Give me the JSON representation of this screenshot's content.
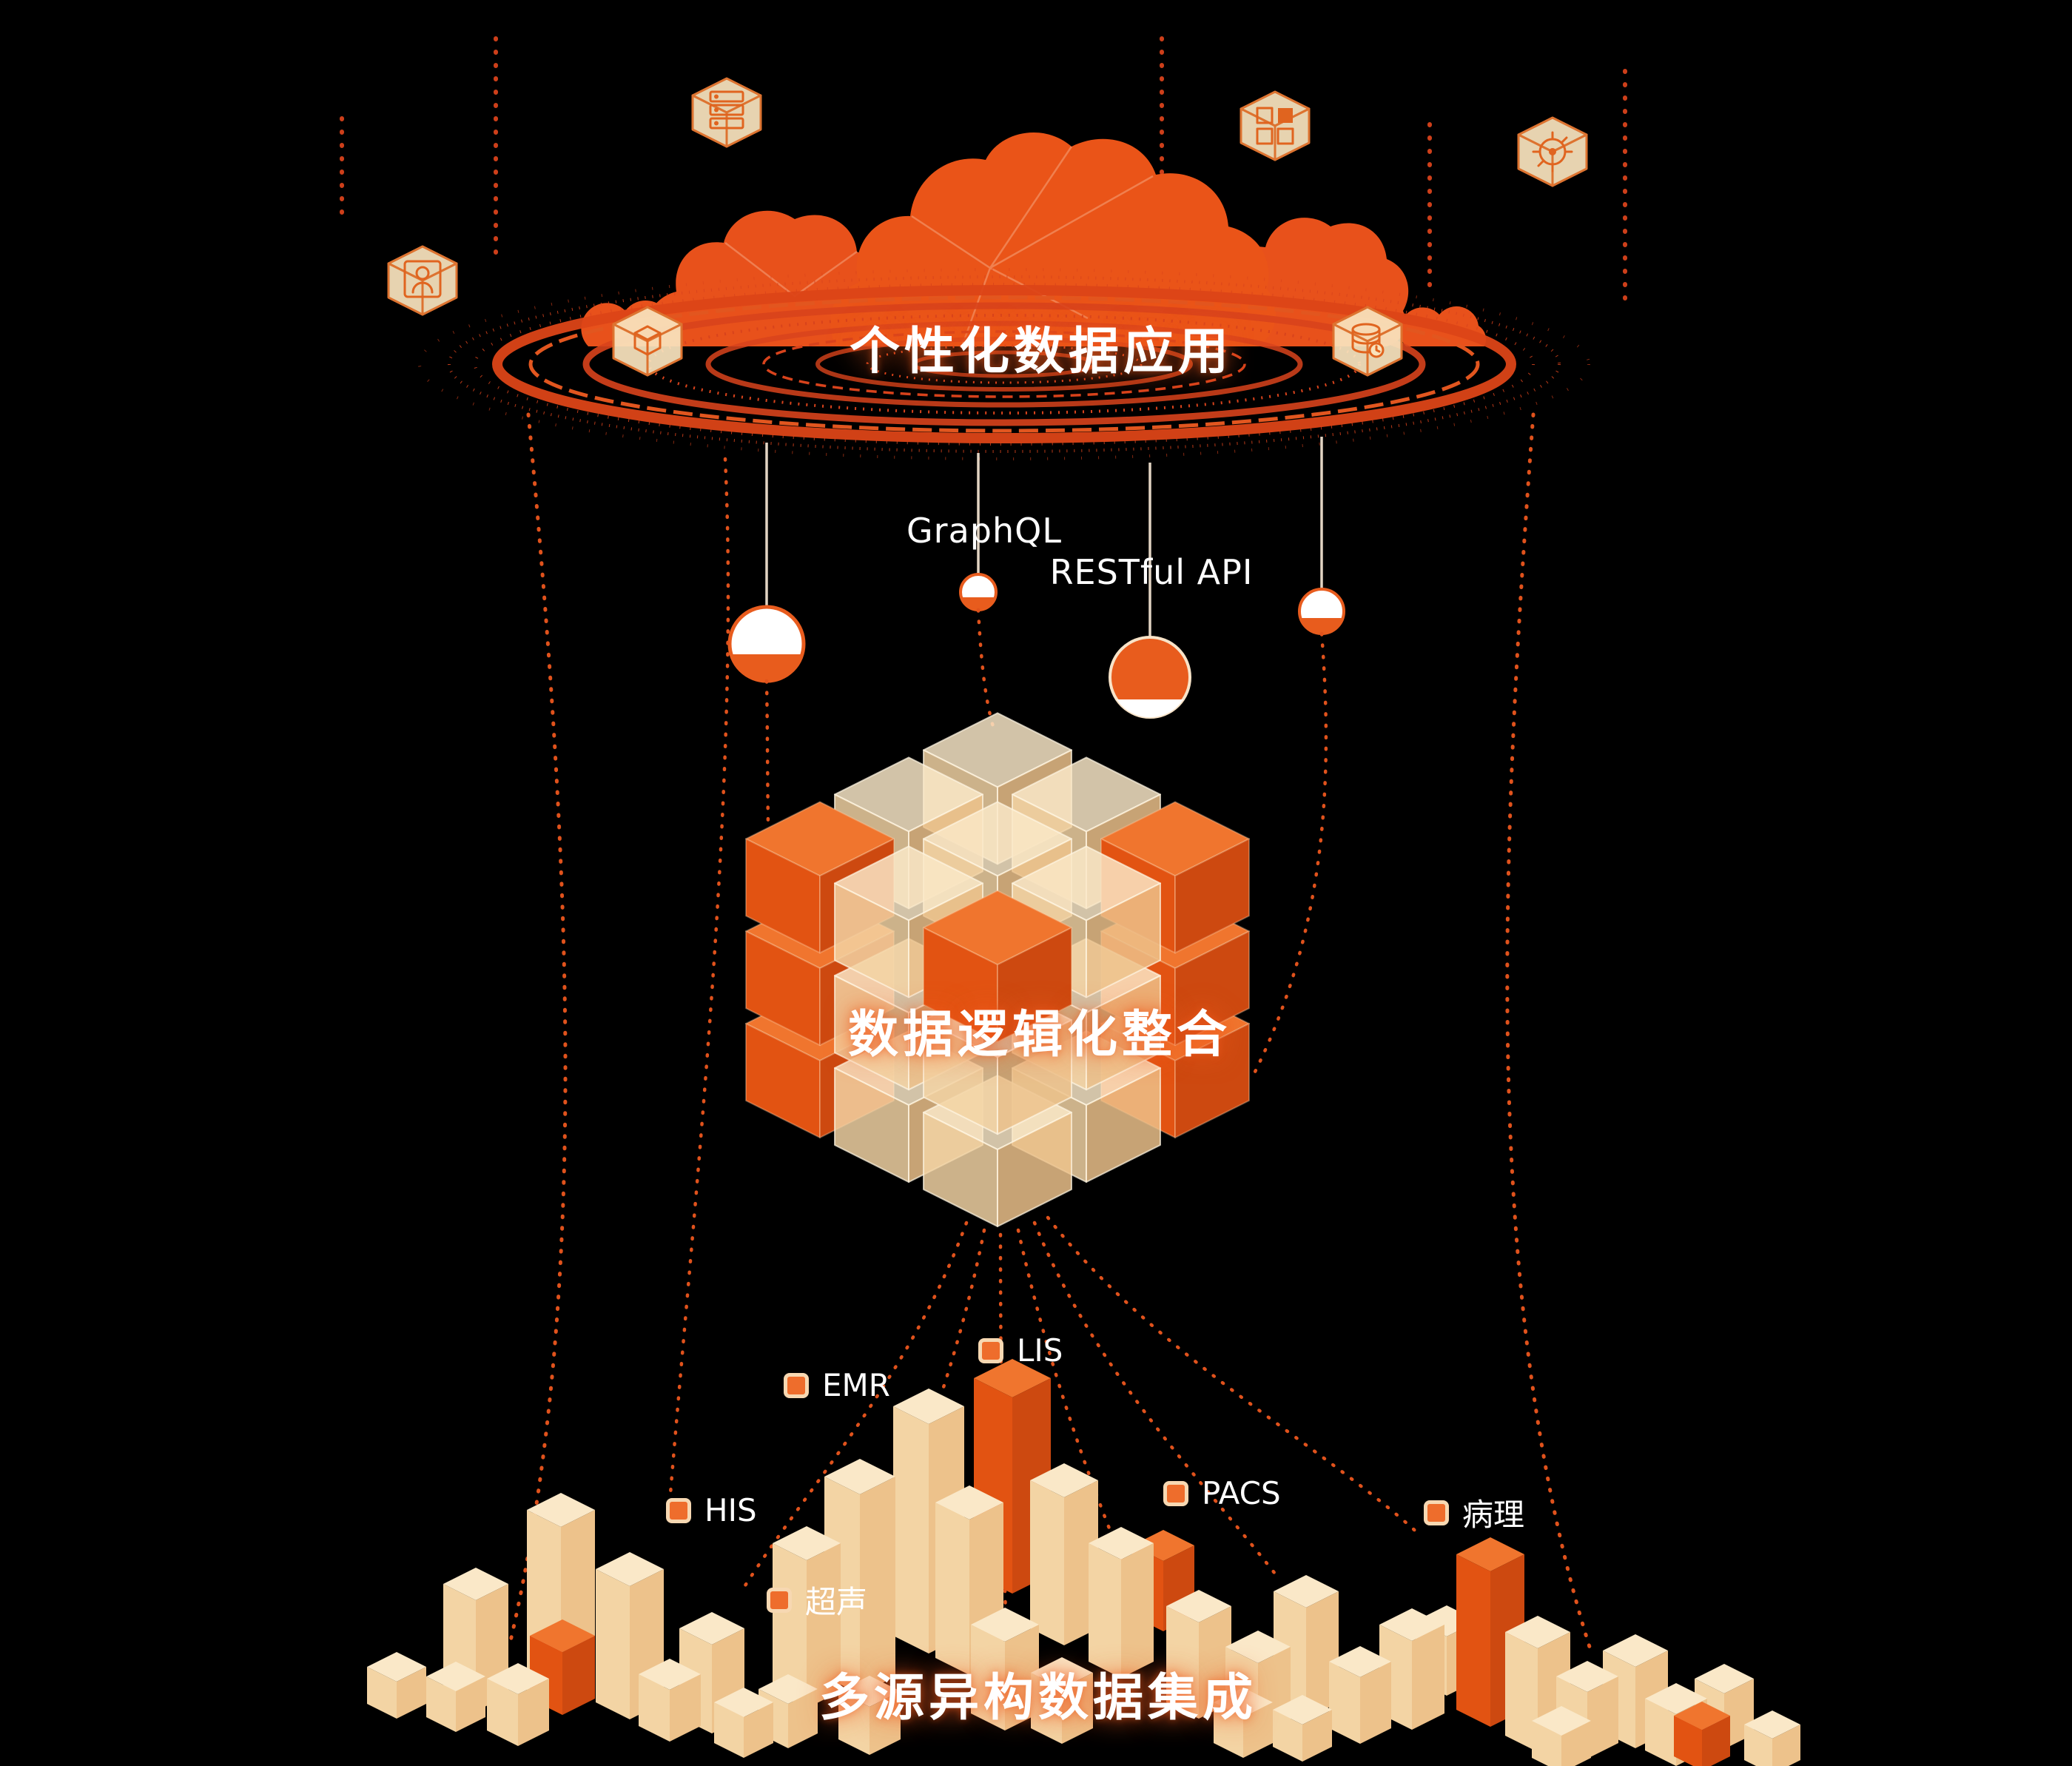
{
  "colors": {
    "background": "#000000",
    "accent_orange": "#e8511b",
    "deep_orange": "#d8431c",
    "cream": "#f7ddb4",
    "text": "#ffffff"
  },
  "layers": {
    "application": {
      "title": "个性化数据应用",
      "icons": [
        "server-cube-icon",
        "modules-cube-icon",
        "chip-cube-icon",
        "patient-cube-icon",
        "box-cube-icon",
        "database-cube-icon"
      ]
    },
    "integration": {
      "title": "数据逻辑化整合",
      "api_labels": [
        {
          "label": "GraphQL"
        },
        {
          "label": "RESTful API"
        }
      ]
    },
    "sources": {
      "title": "多源异构数据集成",
      "systems": [
        {
          "label": "EMR"
        },
        {
          "label": "LIS"
        },
        {
          "label": "HIS"
        },
        {
          "label": "PACS"
        },
        {
          "label": "病理"
        },
        {
          "label": "超声"
        }
      ]
    }
  }
}
